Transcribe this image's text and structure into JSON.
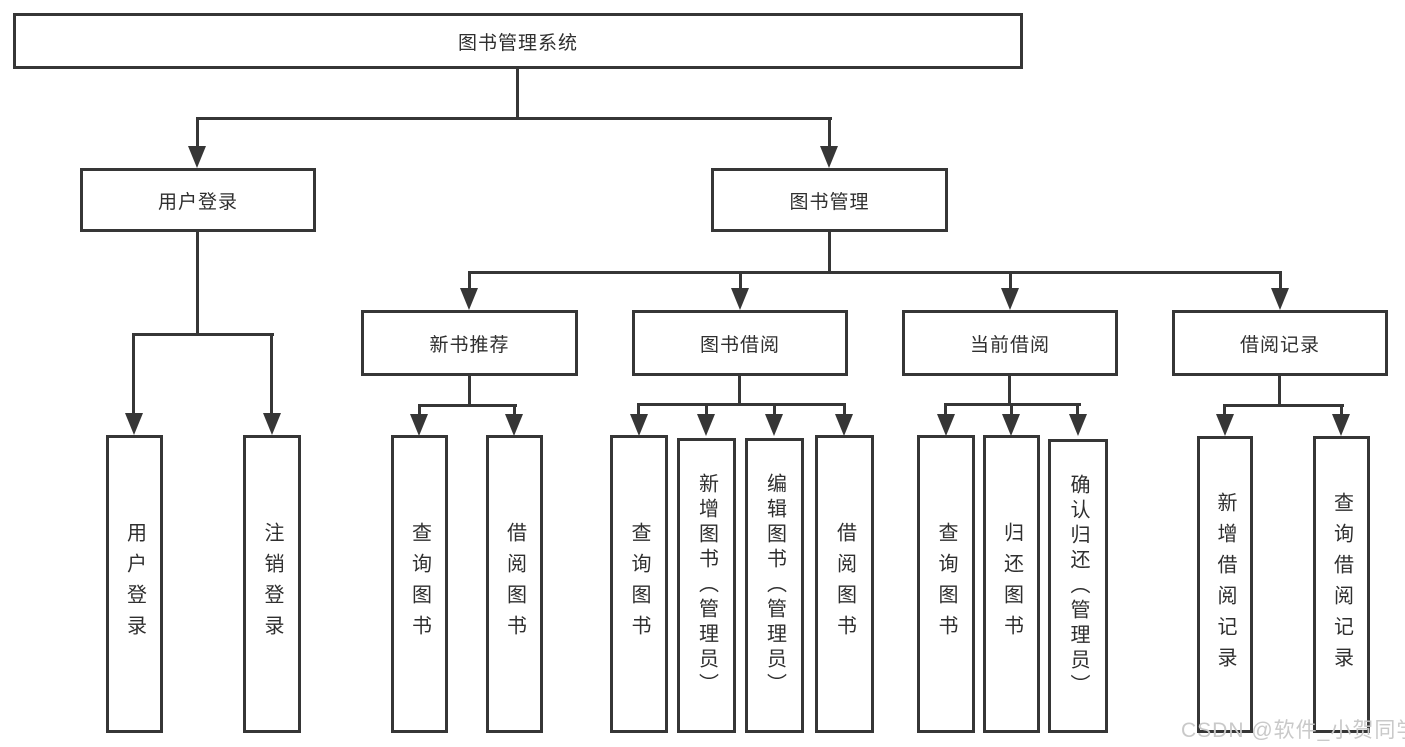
{
  "diagram": {
    "root": {
      "label": "图书管理系统"
    },
    "level2": {
      "user_login": {
        "label": "用户登录"
      },
      "book_management": {
        "label": "图书管理"
      }
    },
    "level3": {
      "new_book_recommend": {
        "label": "新书推荐"
      },
      "book_borrowing": {
        "label": "图书借阅"
      },
      "current_borrowing": {
        "label": "当前借阅"
      },
      "borrowing_records": {
        "label": "借阅记录"
      }
    },
    "leaves": {
      "user_login": [
        "用户登录",
        "注销登录"
      ],
      "new_book_recommend": [
        "查询图书",
        "借阅图书"
      ],
      "book_borrowing": [
        "查询图书",
        "新增图书（管理员）",
        "编辑图书（管理员）",
        "借阅图书"
      ],
      "current_borrowing": [
        "查询图书",
        "归还图书",
        "确认归还（管理员）"
      ],
      "borrowing_records": [
        "新增借阅记录",
        "查询借阅记录"
      ]
    },
    "colors": {
      "line": "#363636",
      "box_background": "#ffffff",
      "text": "#2f2f2f",
      "watermark": "#c9c9c9"
    },
    "watermark": "CSDN @软件_小贺同学"
  }
}
